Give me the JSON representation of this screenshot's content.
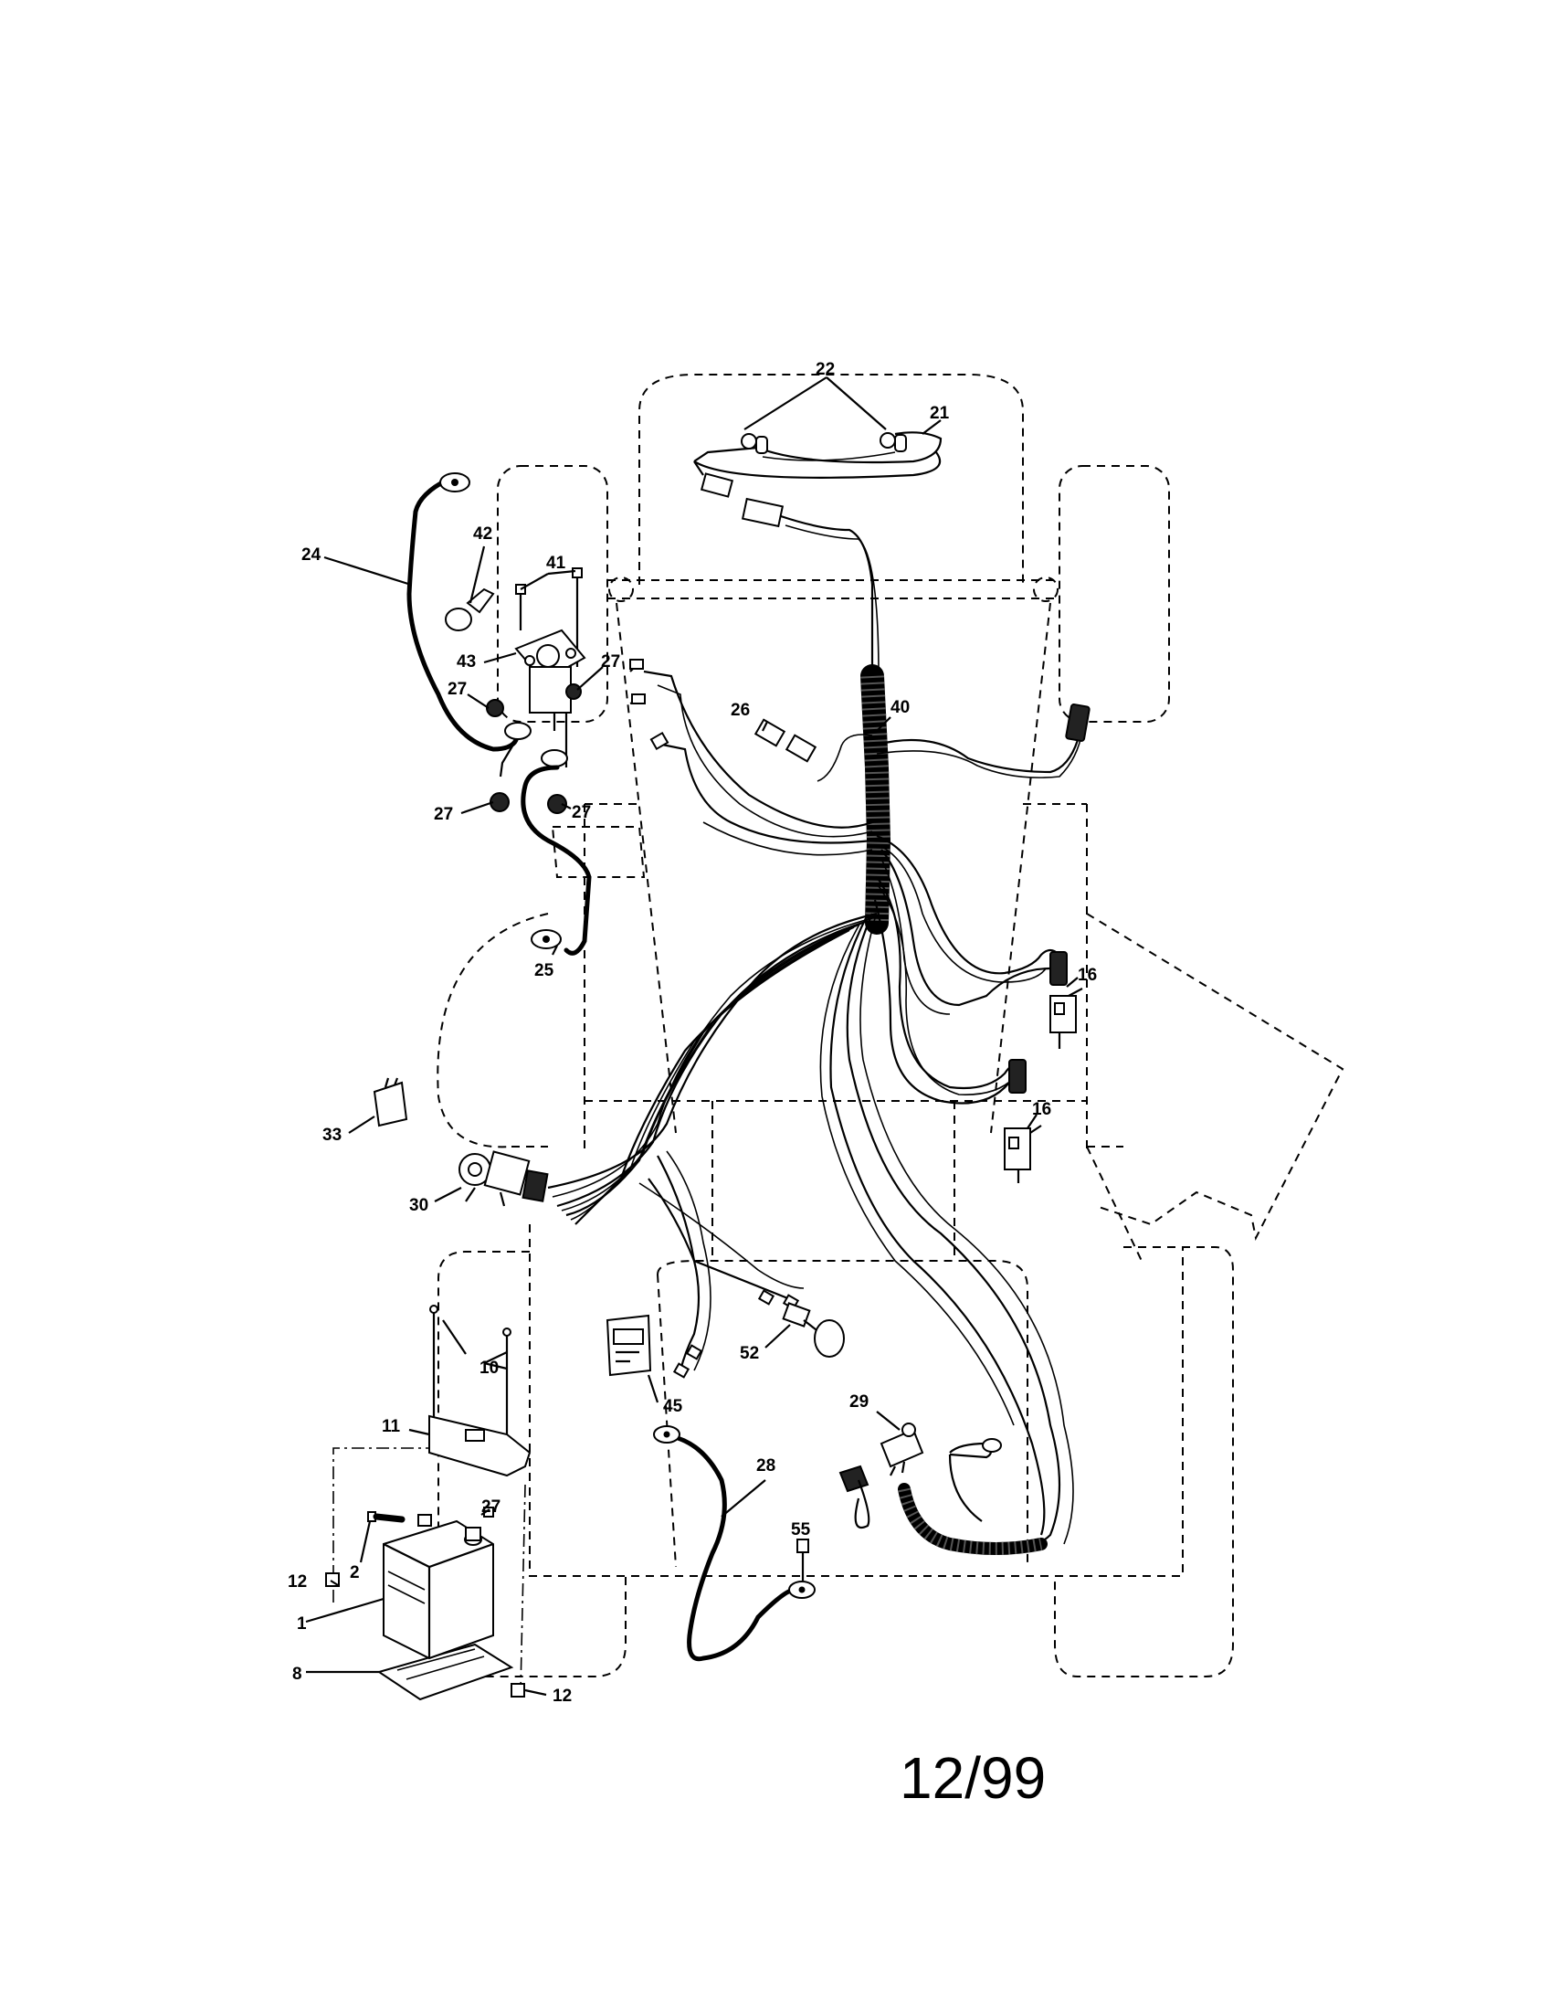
{
  "diagram": {
    "date_code": "12/99",
    "callouts": {
      "c1": "1",
      "c2": "2",
      "c8": "8",
      "c10": "10",
      "c11": "11",
      "c12a": "12",
      "c12b": "12",
      "c16a": "16",
      "c16b": "16",
      "c21": "21",
      "c22": "22",
      "c24": "24",
      "c25": "25",
      "c26": "26",
      "c27a": "27",
      "c27b": "27",
      "c27c": "27",
      "c27d": "27",
      "c27e": "27",
      "c28": "28",
      "c29": "29",
      "c30": "30",
      "c33": "33",
      "c40": "40",
      "c41": "41",
      "c42": "42",
      "c43": "43",
      "c45": "45",
      "c52": "52",
      "c55": "55"
    }
  }
}
